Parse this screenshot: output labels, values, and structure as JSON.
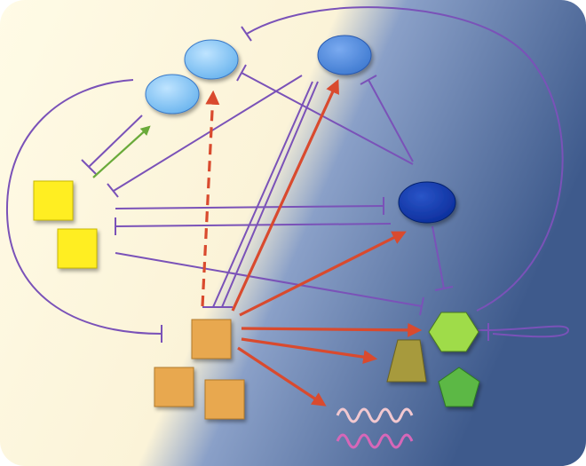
{
  "colors": {
    "background_light": "#fffbe6",
    "background_dark": "#3e5a8c",
    "inhibit_line": "#7a52b8",
    "activate_red": "#d94a2e",
    "activate_green": "#6aaa3a",
    "yellow_node": "#ffee22",
    "orange_node": "#e8a850",
    "blue_light": "#6ab4ee",
    "blue_mid": "#3f7ad0",
    "blue_dark": "#0c2e9c",
    "green_hexagon": "#9fdc4a",
    "green_pentagon": "#5bb844",
    "olive_trapezoid": "#a79a3c",
    "wave_light": "#f2c8d0",
    "wave_pink": "#d667b8"
  },
  "nodes": {
    "yellow_squares": 2,
    "orange_squares": 3,
    "light_blue_ellipses": 2,
    "mid_blue_ellipse": 1,
    "dark_blue_ellipse": 1,
    "green_hexagon": 1,
    "green_pentagon": 1,
    "olive_trapezoid": 1,
    "wave_signals": 2
  }
}
